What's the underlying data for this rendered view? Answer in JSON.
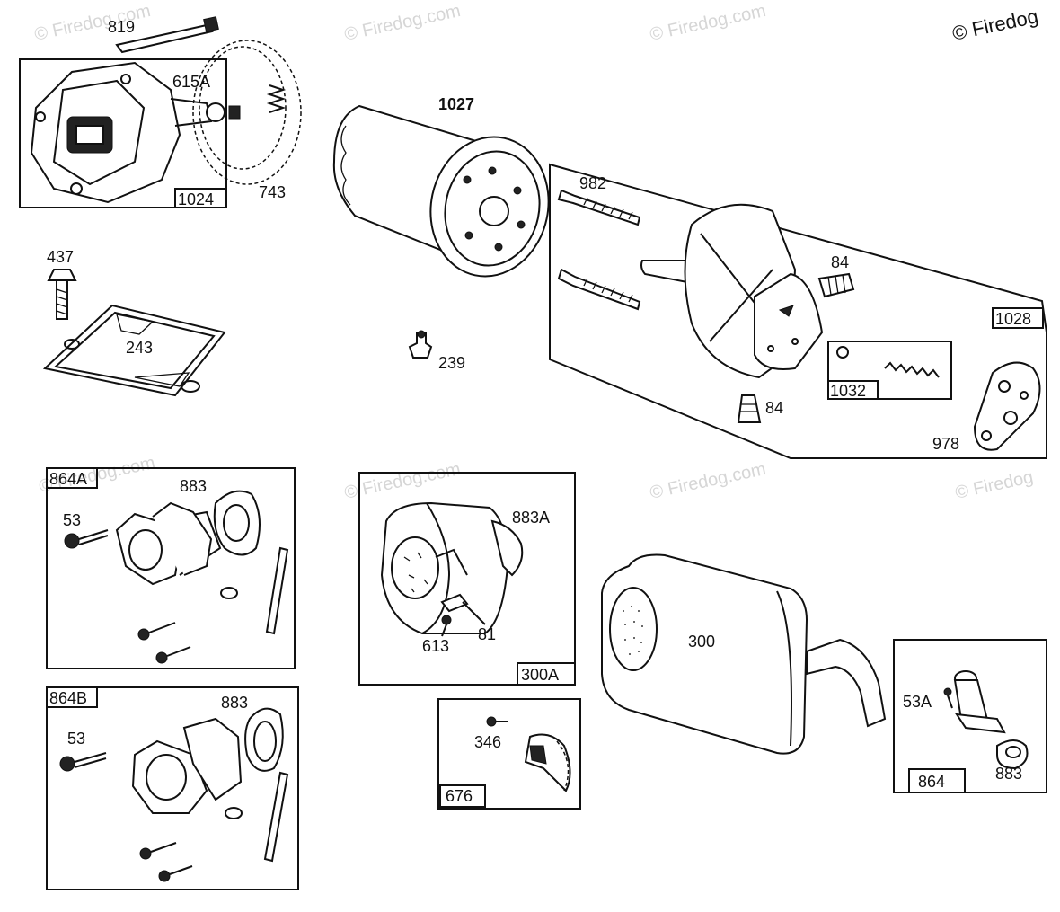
{
  "copyright": "© Firedog",
  "watermarks": [
    "© Firedog.com",
    "© Firedog.com",
    "© Firedog.com",
    "© Firedog.com",
    "© Firedog.com",
    "© Firedog.com",
    "© Firedog"
  ],
  "boxes": {
    "b1024": "1024",
    "b1028": "1028",
    "b1032": "1032",
    "b864A": "864A",
    "b864B": "864B",
    "b300A": "300A",
    "b676": "676",
    "b864": "864"
  },
  "parts": {
    "p819": "819",
    "p615A": "615A",
    "p743": "743",
    "p1027": "1027",
    "p982": "982",
    "p84a": "84",
    "p84b": "84",
    "p978": "978",
    "p437": "437",
    "p243": "243",
    "p239": "239",
    "p883a": "883",
    "p53a": "53",
    "p883A": "883A",
    "p613": "613",
    "p81": "81",
    "p300": "300",
    "p883b": "883",
    "p53b": "53",
    "p346": "346",
    "p53A": "53A",
    "p883c": "883"
  }
}
